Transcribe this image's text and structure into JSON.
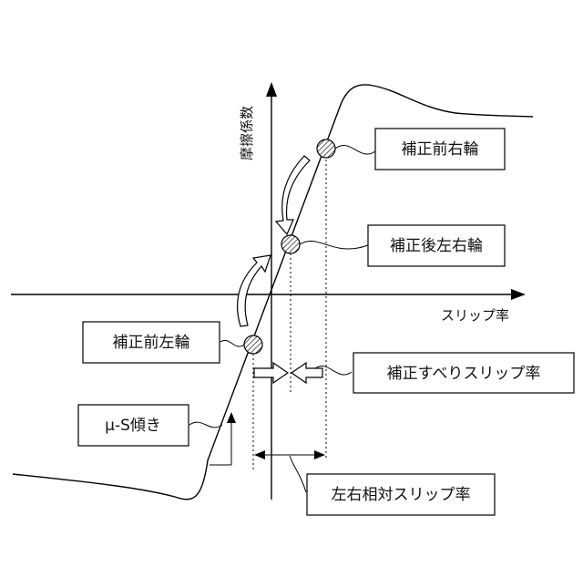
{
  "axes": {
    "y_label": "摩擦係数",
    "x_label": "スリップ率"
  },
  "labels": {
    "before_right": "補正前右輪",
    "after_left_right": "補正後左右輪",
    "before_left": "補正前左輪",
    "mu_s_slope": "μ-S傾き",
    "corrected_slip": "補正すべりスリップ率",
    "relative_slip": "左右相対スリップ率"
  }
}
